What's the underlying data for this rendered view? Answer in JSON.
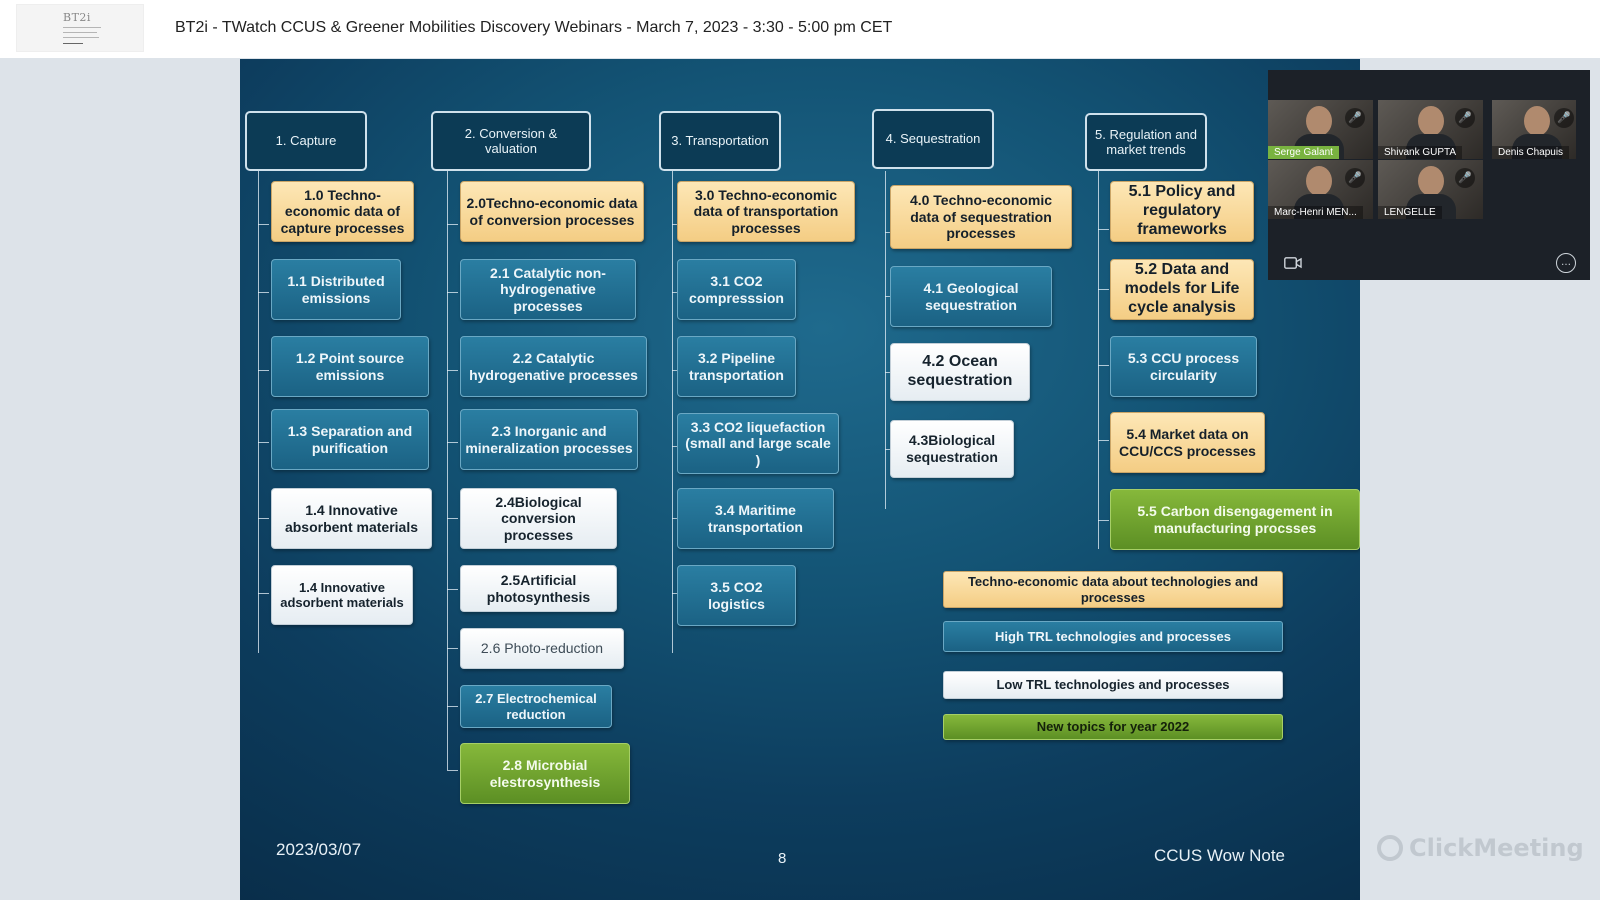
{
  "meeting": {
    "logo": {
      "text": "BT2i"
    },
    "title": "BT2i - TWatch CCUS & Greener Mobilities Discovery Webinars - March 7, 2023 - 3:30 - 5:00 pm CET"
  },
  "slide": {
    "columns": [
      {
        "header": "1. Capture",
        "items": [
          {
            "label": "1.0 Techno-economic data  of capture processes",
            "kind": "techno-economic"
          },
          {
            "label": "1.1 Distributed emissions",
            "kind": "high-trl"
          },
          {
            "label": "1.2 Point source emissions",
            "kind": "high-trl"
          },
          {
            "label": "1.3 Separation and purification",
            "kind": "high-trl"
          },
          {
            "label": "1.4 Innovative absorbent materials",
            "kind": "low-trl"
          },
          {
            "label": "1.4 Innovative adsorbent materials",
            "kind": "low-trl"
          }
        ]
      },
      {
        "header": "2. Conversion & valuation",
        "items": [
          {
            "label": "2.0Techno-economic data of conversion processes",
            "kind": "techno-economic"
          },
          {
            "label": "2.1 Catalytic non-hydrogenative processes",
            "kind": "high-trl"
          },
          {
            "label": "2.2 Catalytic hydrogenative processes",
            "kind": "high-trl"
          },
          {
            "label": "2.3  Inorganic and mineralization processes",
            "kind": "high-trl"
          },
          {
            "label": "2.4Biological conversion processes",
            "kind": "low-trl"
          },
          {
            "label": "2.5Artificial photosynthesis",
            "kind": "low-trl"
          },
          {
            "label": "2.6 Photo-reduction",
            "kind": "low-trl"
          },
          {
            "label": "2.7 Electrochemical reduction",
            "kind": "high-trl"
          },
          {
            "label": "2.8 Microbial elestrosynthesis",
            "kind": "new-2022"
          }
        ]
      },
      {
        "header": "3. Transportation",
        "items": [
          {
            "label": "3.0 Techno-economic data of transportation processes",
            "kind": "techno-economic"
          },
          {
            "label": "3.1 CO2 compresssion",
            "kind": "high-trl"
          },
          {
            "label": "3.2 Pipeline transportation",
            "kind": "high-trl"
          },
          {
            "label": "3.3 CO2 liquefaction (small and large scale )",
            "kind": "high-trl"
          },
          {
            "label": "3.4 Maritime transportation",
            "kind": "high-trl"
          },
          {
            "label": "3.5 CO2 logistics",
            "kind": "high-trl"
          }
        ]
      },
      {
        "header": "4. Sequestration",
        "items": [
          {
            "label": "4.0 Techno-economic data of sequestration processes",
            "kind": "techno-economic"
          },
          {
            "label": "4.1 Geological sequestration",
            "kind": "high-trl"
          },
          {
            "label": "4.2 Ocean sequestration",
            "kind": "low-trl"
          },
          {
            "label": "4.3Biological sequestration",
            "kind": "low-trl"
          }
        ]
      },
      {
        "header": "5. Regulation and market trends",
        "items": [
          {
            "label": "5.1 Policy and regulatory frameworks",
            "kind": "techno-economic"
          },
          {
            "label": "5.2 Data and models for  Life cycle analysis",
            "kind": "techno-economic"
          },
          {
            "label": "5.3 CCU process circularity",
            "kind": "high-trl"
          },
          {
            "label": "5.4 Market data on CCU/CCS processes",
            "kind": "techno-economic"
          },
          {
            "label": "5.5 Carbon disengagement in manufacturing procsses",
            "kind": "new-2022"
          }
        ]
      }
    ],
    "legend": [
      {
        "label": "Techno-economic data about technologies and processes",
        "kind": "techno-economic"
      },
      {
        "label": "High TRL technologies  and processes",
        "kind": "high-trl"
      },
      {
        "label": "Low TRL technologies  and processes",
        "kind": "low-trl"
      },
      {
        "label": "New topics for year 2022",
        "kind": "new-2022"
      }
    ],
    "footer": {
      "date": "2023/03/07",
      "page": "8",
      "note": "CCUS Wow Note"
    },
    "colors": {
      "techno-economic": "#f4cd84",
      "high-trl": "#1b6284",
      "low-trl": "#ffffff",
      "new-2022": "#6a9e2c"
    }
  },
  "participants": [
    {
      "name": "Serge Galant",
      "speaking": true
    },
    {
      "name": "Shivank GUPTA",
      "speaking": false
    },
    {
      "name": "Denis Chapuis",
      "speaking": false
    },
    {
      "name": "Marc-Henri MEN...",
      "speaking": false
    },
    {
      "name": "LENGELLE",
      "speaking": false
    }
  ],
  "video_controls": {
    "camera_icon": "camera-icon",
    "chat_icon": "chat-icon"
  },
  "watermark": "ClickMeeting"
}
